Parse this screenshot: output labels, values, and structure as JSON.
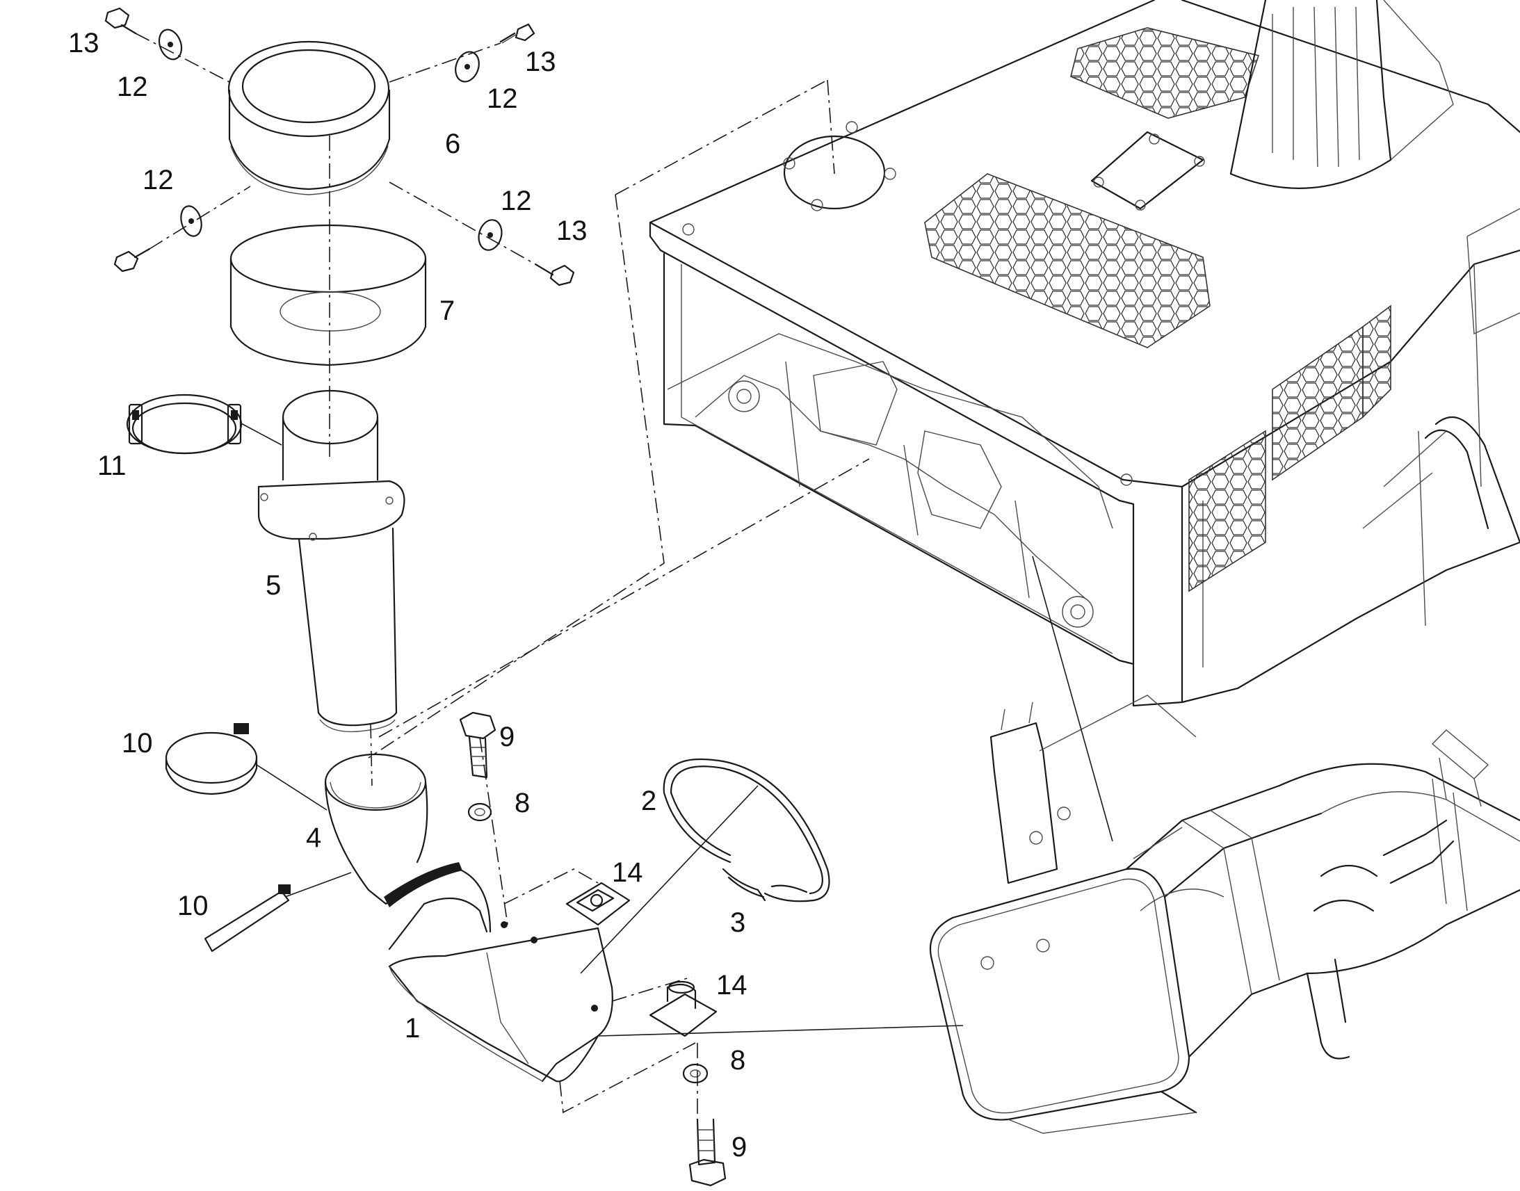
{
  "callouts": [
    {
      "id": "c13a",
      "text": "13"
    },
    {
      "id": "c12a",
      "text": "12"
    },
    {
      "id": "c13b",
      "text": "13"
    },
    {
      "id": "c12b",
      "text": "12"
    },
    {
      "id": "c6",
      "text": "6"
    },
    {
      "id": "c12c",
      "text": "12"
    },
    {
      "id": "c12d",
      "text": "12"
    },
    {
      "id": "c13c",
      "text": "13"
    },
    {
      "id": "c7",
      "text": "7"
    },
    {
      "id": "c11",
      "text": "11"
    },
    {
      "id": "c5",
      "text": "5"
    },
    {
      "id": "c10a",
      "text": "10"
    },
    {
      "id": "c9a",
      "text": "9"
    },
    {
      "id": "c8a",
      "text": "8"
    },
    {
      "id": "c2",
      "text": "2"
    },
    {
      "id": "c4",
      "text": "4"
    },
    {
      "id": "c14a",
      "text": "14"
    },
    {
      "id": "c10b",
      "text": "10"
    },
    {
      "id": "c3",
      "text": "3"
    },
    {
      "id": "c14b",
      "text": "14"
    },
    {
      "id": "c1",
      "text": "1"
    },
    {
      "id": "c8b",
      "text": "8"
    },
    {
      "id": "c9b",
      "text": "9"
    }
  ]
}
